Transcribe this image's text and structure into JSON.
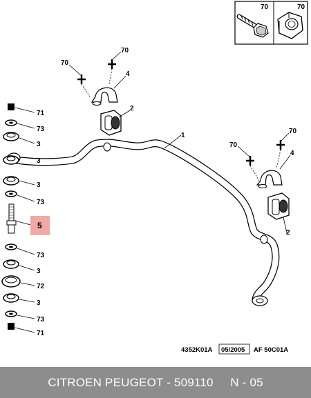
{
  "footer": {
    "text": "CITROEN PEUGEOT - 509110     N - 05"
  },
  "reference": {
    "code": "4352K01A",
    "date": "05/2005",
    "af": "AF 50C01A"
  },
  "inset": {
    "bolt_label": "70",
    "nut_label": "70"
  },
  "callouts": {
    "bar": "1",
    "bush_left": "2",
    "bush_right": "2",
    "clamp_left": "4",
    "clamp_right": "4",
    "screw_left_a": "70",
    "screw_left_b": "70",
    "screw_right_a": "70",
    "screw_right_b": "70",
    "stack_top_nut": "71",
    "stack_washer_1": "73",
    "stack_cup_1": "3",
    "stack_cup_2": "3",
    "stack_cup_3": "3",
    "stack_washer_2": "73",
    "highlighted_link": "5",
    "stack_washer_3": "73",
    "stack_cup_4": "3",
    "stack_bush": "72",
    "stack_cup_5": "3",
    "stack_washer_4": "73",
    "stack_bottom_nut": "71"
  },
  "colors": {
    "highlight": "#f2a8a5",
    "footer_bg": "#8d8d8d"
  }
}
